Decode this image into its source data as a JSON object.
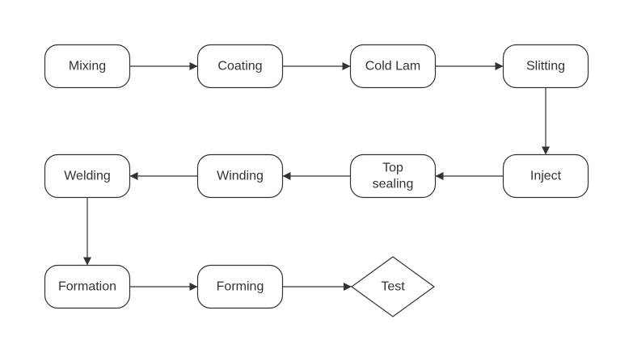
{
  "diagram": {
    "colors": {
      "stroke": "#333333",
      "fill": "#ffffff",
      "text": "#333333"
    },
    "nodes": [
      {
        "id": "mixing",
        "shape": "rounded-rect",
        "lines": [
          "Mixing"
        ]
      },
      {
        "id": "coating",
        "shape": "rounded-rect",
        "lines": [
          "Coating"
        ]
      },
      {
        "id": "cold-lam",
        "shape": "rounded-rect",
        "lines": [
          "Cold Lam"
        ]
      },
      {
        "id": "slitting",
        "shape": "rounded-rect",
        "lines": [
          "Slitting"
        ]
      },
      {
        "id": "inject",
        "shape": "rounded-rect",
        "lines": [
          "Inject"
        ]
      },
      {
        "id": "top-sealing",
        "shape": "rounded-rect",
        "lines": [
          "Top",
          "sealing"
        ]
      },
      {
        "id": "winding",
        "shape": "rounded-rect",
        "lines": [
          "Winding"
        ]
      },
      {
        "id": "welding",
        "shape": "rounded-rect",
        "lines": [
          "Welding"
        ]
      },
      {
        "id": "formation",
        "shape": "rounded-rect",
        "lines": [
          "Formation"
        ]
      },
      {
        "id": "forming",
        "shape": "rounded-rect",
        "lines": [
          "Forming"
        ]
      },
      {
        "id": "test",
        "shape": "diamond",
        "lines": [
          "Test"
        ]
      }
    ],
    "edges": [
      {
        "from": "mixing",
        "to": "coating"
      },
      {
        "from": "coating",
        "to": "cold-lam"
      },
      {
        "from": "cold-lam",
        "to": "slitting"
      },
      {
        "from": "slitting",
        "to": "inject"
      },
      {
        "from": "inject",
        "to": "top-sealing"
      },
      {
        "from": "top-sealing",
        "to": "winding"
      },
      {
        "from": "winding",
        "to": "welding"
      },
      {
        "from": "welding",
        "to": "formation"
      },
      {
        "from": "formation",
        "to": "forming"
      },
      {
        "from": "forming",
        "to": "test"
      }
    ]
  }
}
